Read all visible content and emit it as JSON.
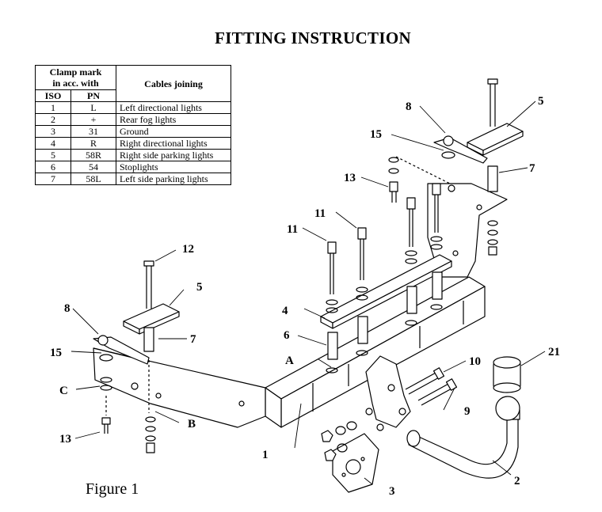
{
  "title": "FITTING INSTRUCTION",
  "table": {
    "header_clamp": [
      "Clamp mark",
      "in acc. with"
    ],
    "header_iso": "ISO",
    "header_pn": "PN",
    "header_cables": "Cables joining",
    "rows": [
      {
        "iso": "1",
        "pn": "L",
        "desc": "Left directional lights"
      },
      {
        "iso": "2",
        "pn": "+",
        "desc": "Rear fog lights"
      },
      {
        "iso": "3",
        "pn": "31",
        "desc": "Ground"
      },
      {
        "iso": "4",
        "pn": "R",
        "desc": "Right directional lights"
      },
      {
        "iso": "5",
        "pn": "58R",
        "desc": "Right side parking lights"
      },
      {
        "iso": "6",
        "pn": "54",
        "desc": "Stoplights"
      },
      {
        "iso": "7",
        "pn": "58L",
        "desc": "Left side parking lights"
      }
    ]
  },
  "labels": {
    "l1": "1",
    "l2": "2",
    "l3": "3",
    "l4": "4",
    "l5a": "5",
    "l5b": "5",
    "l6": "6",
    "l7a": "7",
    "l7b": "7",
    "l8a": "8",
    "l8b": "8",
    "l9": "9",
    "l10": "10",
    "l11a": "11",
    "l11b": "11",
    "l12": "12",
    "l13a": "13",
    "l13b": "13",
    "l15a": "15",
    "l15b": "15",
    "l21": "21",
    "lA": "A",
    "lB": "B",
    "lC": "C"
  },
  "caption": "Figure 1"
}
